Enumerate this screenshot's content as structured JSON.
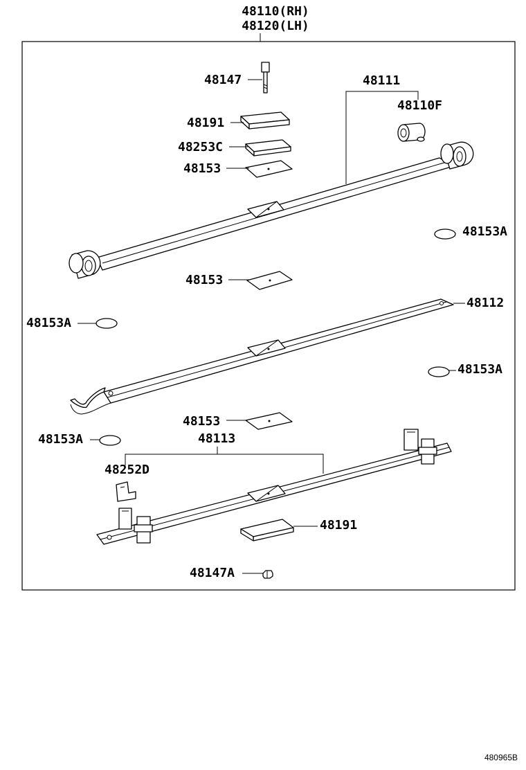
{
  "diagram": {
    "assembly_labels": [
      "48110(RH)",
      "48120(LH)"
    ],
    "labels": {
      "bolt": "48147",
      "bolt_nut": "48147A",
      "leaf1": "48111",
      "bushing": "48110F",
      "leaf2": "48112",
      "leaf3": "48113",
      "clip": "48252D",
      "pad_top": "48191",
      "pad_bottom": "48191",
      "plate": "48253C",
      "insert_a": "48153",
      "insert_b": "48153",
      "insert_c": "48153",
      "disc_a": "48153A",
      "disc_b": "48153A",
      "disc_c": "48153A",
      "disc_d": "48153A"
    },
    "figure_code": "480965B"
  }
}
